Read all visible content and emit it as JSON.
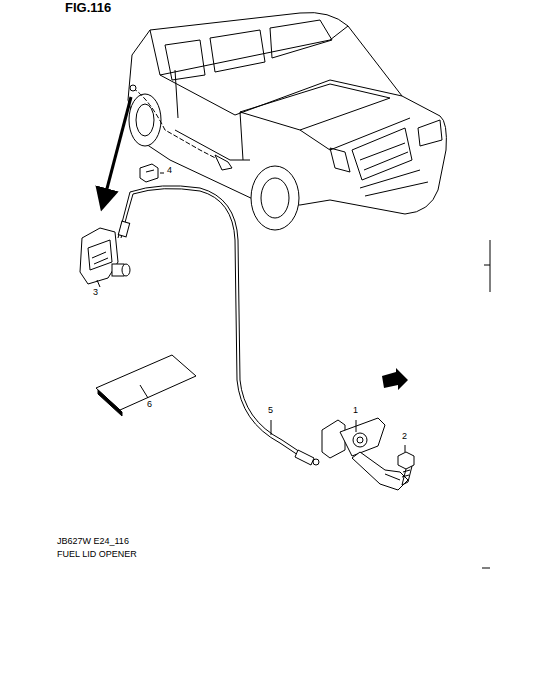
{
  "diagram": {
    "labels": [
      "FIG.116",
      "4",
      "3",
      "6",
      "5",
      "1",
      "2",
      "JB627W E24_116",
      "FUEL LID OPENER"
    ]
  }
}
